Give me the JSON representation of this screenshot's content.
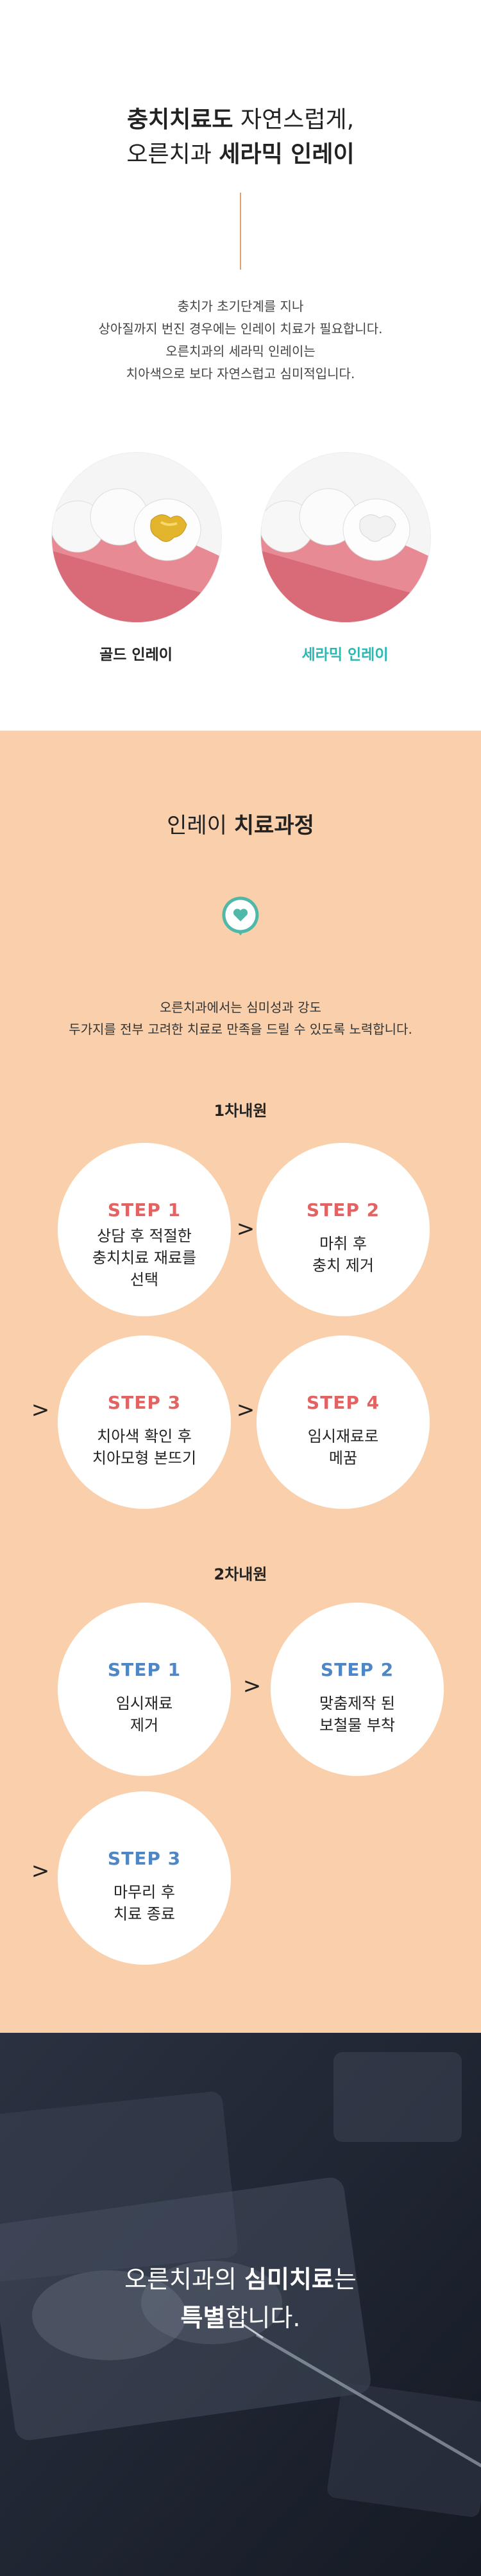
{
  "intro": {
    "title_line1_bold": "충치치료도",
    "title_line1_rest": " 자연스럽게,",
    "title_line2_rest": "오른치과 ",
    "title_line2_bold": "세라믹 인레이",
    "desc": [
      "충치가 초기단계를 지나",
      "상아질까지 번진 경우에는 인레이 치료가 필요합니다.",
      "오른치과의 세라믹 인레이는",
      "치아색으로 보다 자연스럽고 심미적입니다."
    ],
    "gold_label": "골드 인레이",
    "ceramic_label": "세라믹 인레이",
    "colors": {
      "accent_line": "#e8a06a",
      "ceramic": "#2bb8b3"
    }
  },
  "process": {
    "title_rest": "인레이 ",
    "title_bold": "치료과정",
    "desc": [
      "오른치과에서는 심미성과 강도",
      "두가지를 전부 고려한 치료로 만족을 드릴 수 있도록 노력합니다."
    ],
    "round1": {
      "title": "1차내원",
      "steps": [
        {
          "label": "STEP 1",
          "desc": [
            "상담 후 적절한",
            "충치치료 재료를",
            "선택"
          ]
        },
        {
          "label": "STEP 2",
          "desc": [
            "마취 후",
            "충치 제거"
          ]
        },
        {
          "label": "STEP 3",
          "desc": [
            "치아색 확인 후",
            "치아모형 본뜨기"
          ]
        },
        {
          "label": "STEP 4",
          "desc": [
            "임시재료로",
            "메꿈"
          ]
        }
      ]
    },
    "round2": {
      "title": "2차내원",
      "steps": [
        {
          "label": "STEP 1",
          "desc": [
            "임시재료",
            "제거"
          ]
        },
        {
          "label": "STEP 2",
          "desc": [
            "맞춤제작 된",
            "보철물 부착"
          ]
        },
        {
          "label": "STEP 3",
          "desc": [
            "마무리 후",
            "치료 종료"
          ]
        }
      ]
    },
    "arrow": ">",
    "colors": {
      "bg": "#f9d0ab",
      "round1_step": "#e36363",
      "round2_step": "#4f86c6"
    }
  },
  "closing": {
    "line1_rest": "오른치과의 ",
    "line1_bold": "심미치료",
    "line1_end": "는",
    "line2_bold": "특별",
    "line2_end": "합니다."
  }
}
